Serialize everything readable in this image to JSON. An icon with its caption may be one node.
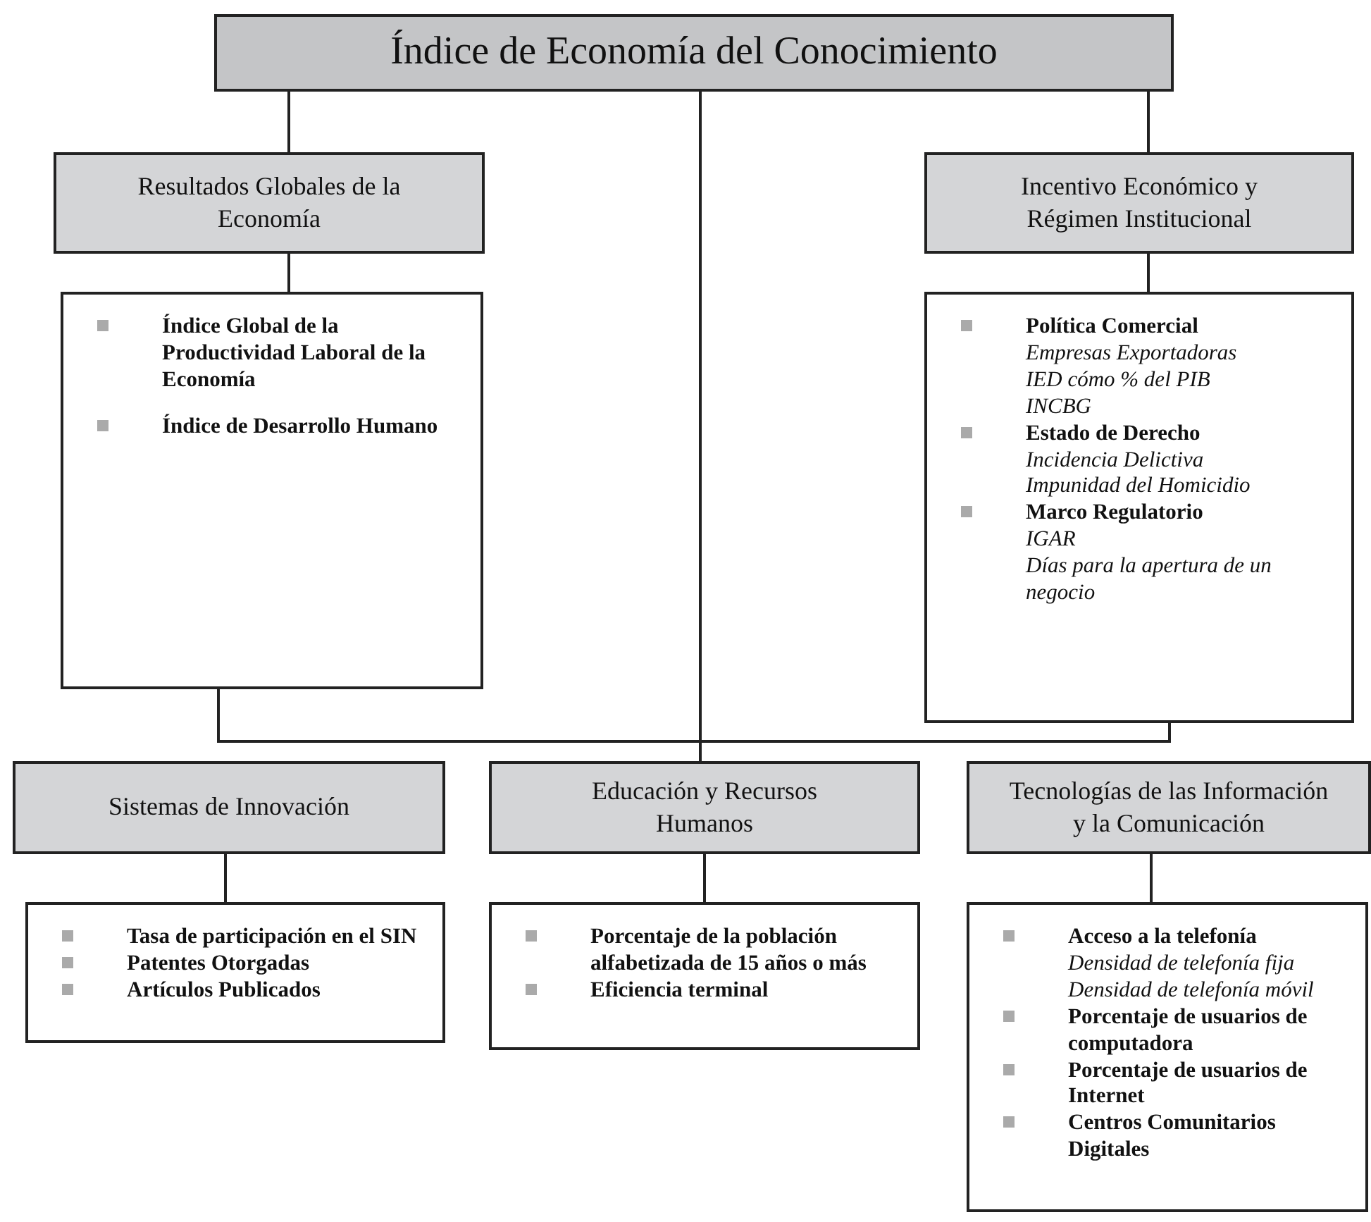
{
  "diagram": {
    "nodes": [
      {
        "text": [
          "Índice de Economía del Conocimiento"
        ]
      },
      {
        "text": [
          "Resultados Globales de la Economía"
        ]
      },
      {
        "text": [
          "Índice Global de la Productividad Laboral de la Economía",
          "Índice de Desarrollo Humano"
        ]
      },
      {
        "text": [
          "Incentivo Económico y Régimen Institucional"
        ]
      },
      {
        "text": [
          "Política Comercial *Empresas Exportadoras* *IED cómo % del PIB* *INCBG*",
          "Estado de Derecho *Incidencia Delictiva* *Impunidad del Homicidio*",
          "Marco Regulatorio *IGAR* *Días para la apertura de un negocio*"
        ]
      },
      {
        "text": [
          "Sistemas de Innovación"
        ]
      },
      {
        "text": [
          "Tasa de participación en el SIN",
          "Patentes Otorgadas",
          "Artículos Publicados"
        ]
      },
      {
        "text": [
          "Educación y Recursos Humanos"
        ]
      },
      {
        "text": [
          "Porcentaje de la población alfabetizada de 15 años o más",
          "Eficiencia terminal"
        ]
      },
      {
        "text": [
          "Tecnologías de las Información y la Comunicación"
        ]
      },
      {
        "text": [
          "Acceso a la telefonía *Densidad de telefonía fija* *Densidad de telefonía móvil*",
          "Porcentaje de usuarios de computadora",
          "Porcentaje de usuarios de Internet",
          "Centros Comunitarios Digitales"
        ]
      }
    ],
    "edges": [
      {
        "from": 0,
        "to": 1,
        "arrow": "none"
      },
      {
        "from": 0,
        "to": 3,
        "arrow": "none"
      },
      {
        "from": 0,
        "to": 7,
        "arrow": "none"
      },
      {
        "from": 1,
        "to": 2,
        "arrow": "none"
      },
      {
        "from": 3,
        "to": 4,
        "arrow": "none"
      },
      {
        "from": 2,
        "to": 4,
        "arrow": "none"
      },
      {
        "from": 5,
        "to": 6,
        "arrow": "none"
      },
      {
        "from": 7,
        "to": 8,
        "arrow": "none"
      },
      {
        "from": 9,
        "to": 10,
        "arrow": "none"
      }
    ]
  }
}
